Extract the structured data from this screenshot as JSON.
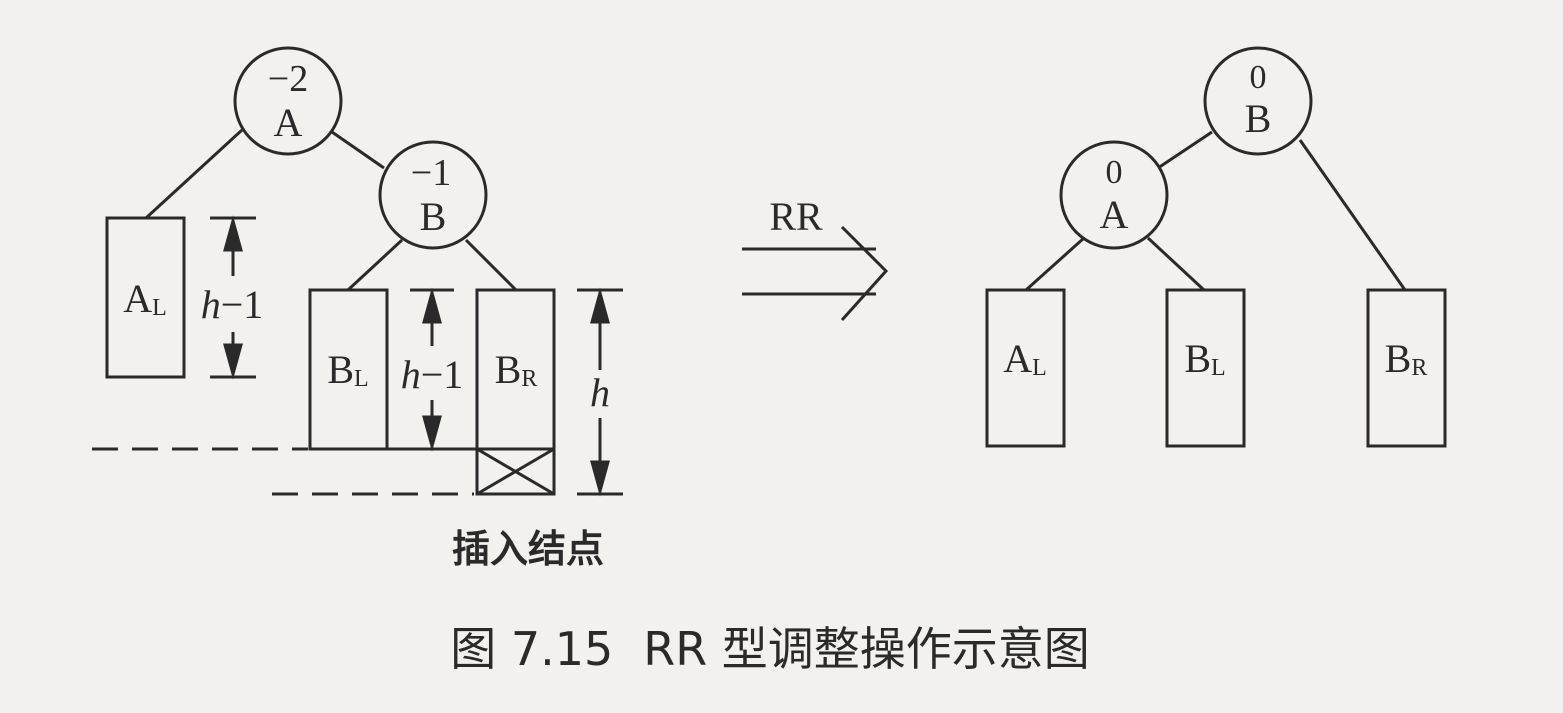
{
  "before": {
    "node_A": {
      "balance": "−2",
      "label": "A"
    },
    "node_B": {
      "balance": "−1",
      "label": "B"
    },
    "subtree_AL": {
      "main": "A",
      "sub": "L"
    },
    "subtree_BL": {
      "main": "B",
      "sub": "L"
    },
    "subtree_BR": {
      "main": "B",
      "sub": "R"
    },
    "height_AL": {
      "h": "h",
      "rest": "−1"
    },
    "height_BL": {
      "h": "h",
      "rest": "−1"
    },
    "height_BR": {
      "h": "h"
    },
    "insert_label": "插入结点"
  },
  "transform": {
    "label": "RR"
  },
  "after": {
    "node_B": {
      "balance": "0",
      "label": "B"
    },
    "node_A": {
      "balance": "0",
      "label": "A"
    },
    "subtree_AL": {
      "main": "A",
      "sub": "L"
    },
    "subtree_BL": {
      "main": "B",
      "sub": "L"
    },
    "subtree_BR": {
      "main": "B",
      "sub": "R"
    }
  },
  "caption": {
    "number": "图 7.15",
    "text": "RR 型调整操作示意图"
  },
  "colors": {
    "ink": "#2a2a2a",
    "paper": "#f2f1ed"
  }
}
